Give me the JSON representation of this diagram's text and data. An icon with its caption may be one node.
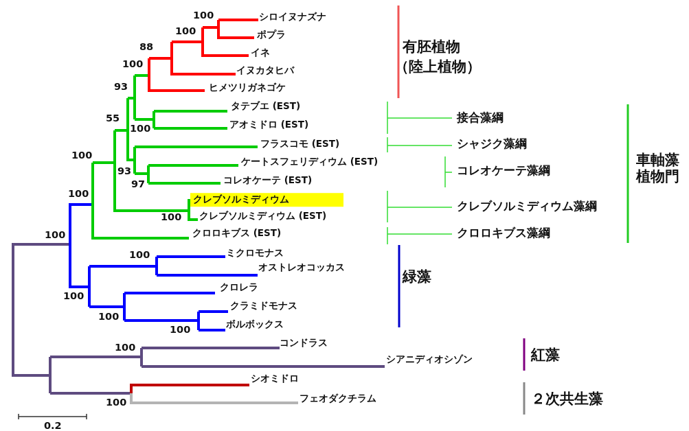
{
  "diagram": {
    "labels": [
      "100",
      "シロイヌナズナ",
      "100",
      "ポプラ",
      "88",
      "イネ",
      "有胚植物",
      "100",
      "（陸上植物）",
      "イヌカタヒバ",
      "93",
      "ヒメツリガネゴケ",
      "タテブエ (EST)",
      "55",
      "接合藻綱",
      "アオミドロ (EST)",
      "100",
      "フラスコモ (EST)",
      "シャジク藻綱",
      "車軸藻植物門",
      "100",
      "ケートスフェリディウム (EST)",
      "93",
      "コレオケーテ藻綱",
      "コレオケーテ (EST)",
      "97",
      "100",
      "クレブソルミディウム",
      "クレブソルミディウム藻綱",
      "クレブソルミディウム (EST)",
      "100",
      "100",
      "クロロキブス (EST)",
      "クロロキブス藻綱",
      "100",
      "ミクロモナス",
      "オストレオコッカス",
      "緑藻",
      "クロレラ",
      "100",
      "クラミドモナス",
      "100",
      "ボルボックス",
      "100",
      "100",
      "コンドラス",
      "紅藻",
      "シアニディオシゾン",
      "シオミドロ",
      "フェオダクチラム",
      "２次共生藻",
      "100",
      "0.2"
    ]
  }
}
